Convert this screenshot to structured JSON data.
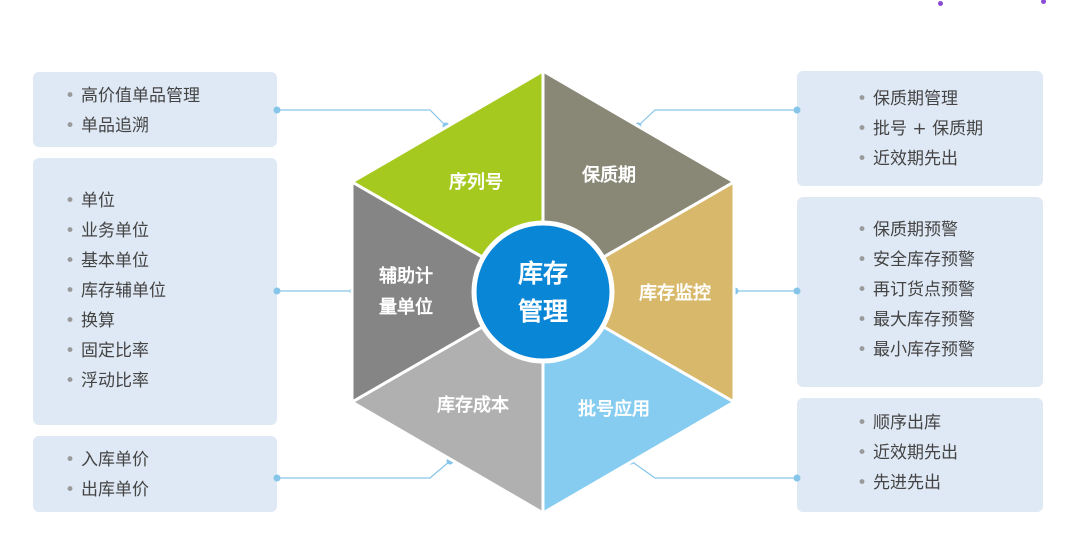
{
  "center": {
    "line1": "库存",
    "line2": "管理"
  },
  "segments": {
    "serial": "序列号",
    "shelf": "保质期",
    "monitor": "库存监控",
    "batch": "批号应用",
    "cost": "库存成本",
    "unit_line1": "辅助计",
    "unit_line2": "量单位"
  },
  "colors": {
    "serial": "#a6c920",
    "shelf": "#898877",
    "monitor": "#d8b86a",
    "batch": "#86ccf0",
    "cost": "#b0b0b0",
    "unit": "#858585",
    "center": "#0a86d6"
  },
  "boxes": {
    "serial": {
      "items": [
        "高价值单品管理",
        "单品追溯"
      ]
    },
    "unit": {
      "items": [
        "单位",
        "业务单位",
        "基本单位",
        "库存辅单位",
        "换算",
        "固定比率",
        "浮动比率"
      ]
    },
    "cost": {
      "items": [
        "入库单价",
        "出库单价"
      ]
    },
    "shelf": {
      "items": [
        "保质期管理",
        "批号 + 保质期",
        "近效期先出"
      ]
    },
    "monitor": {
      "items": [
        "保质期预警",
        "安全库存预警",
        "再订货点预警",
        "最大库存预警",
        "最小库存预警"
      ]
    },
    "batch": {
      "items": [
        "顺序出库",
        "近效期先出",
        "先进先出"
      ]
    }
  }
}
